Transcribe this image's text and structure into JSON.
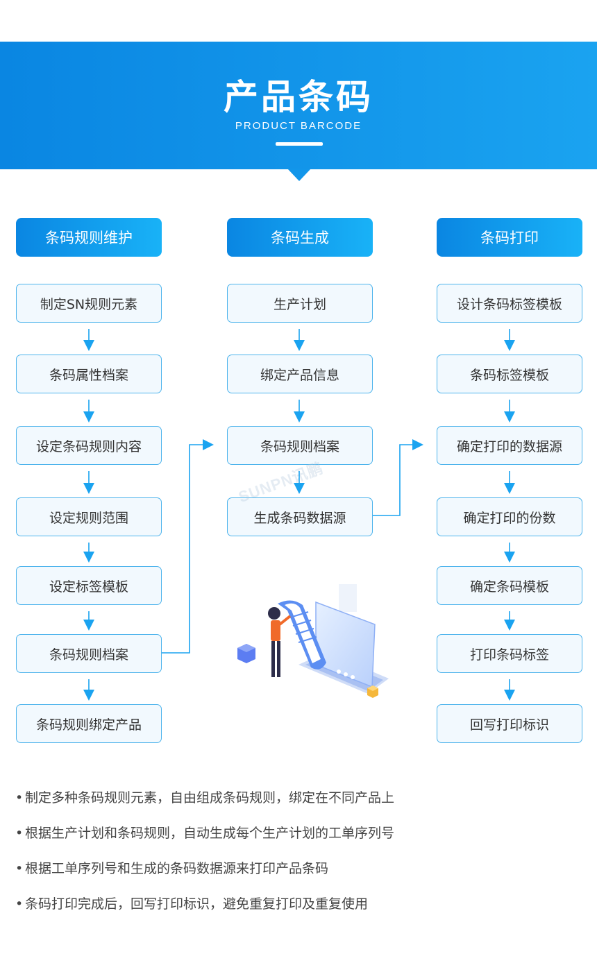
{
  "header": {
    "title": "产品条码",
    "subtitle": "PRODUCT BARCODE"
  },
  "columns": [
    {
      "title": "条码规则维护",
      "steps": [
        "制定SN规则元素",
        "条码属性档案",
        "设定条码规则内容",
        "设定规则范围",
        "设定标签模板",
        "条码规则档案",
        "条码规则绑定产品"
      ]
    },
    {
      "title": "条码生成",
      "steps": [
        "生产计划",
        "绑定产品信息",
        "条码规则档案",
        "生成条码数据源"
      ]
    },
    {
      "title": "条码打印",
      "steps": [
        "设计条码标签模板",
        "条码标签模板",
        "确定打印的数据源",
        "确定打印的份数",
        "确定条码模板",
        "打印条码标签",
        "回写打印标识"
      ]
    }
  ],
  "watermark": "SUNPN讯鹏",
  "bullets": [
    "制定多种条码规则元素，自由组成条码规则，绑定在不同产品上",
    "根据生产计划和条码规则，自动生成每个生产计划的工单序列号",
    "根据工单序列号和生成的条码数据源来打印产品条码",
    "条码打印完成后，回写打印标识，避免重复打印及重复使用"
  ],
  "colors": {
    "primary": "#0a86e2",
    "primary_light": "#19b2f7",
    "box_border": "#4cb3ec",
    "box_fill": "#f2f9fe",
    "arrow": "#1aa3f0"
  }
}
